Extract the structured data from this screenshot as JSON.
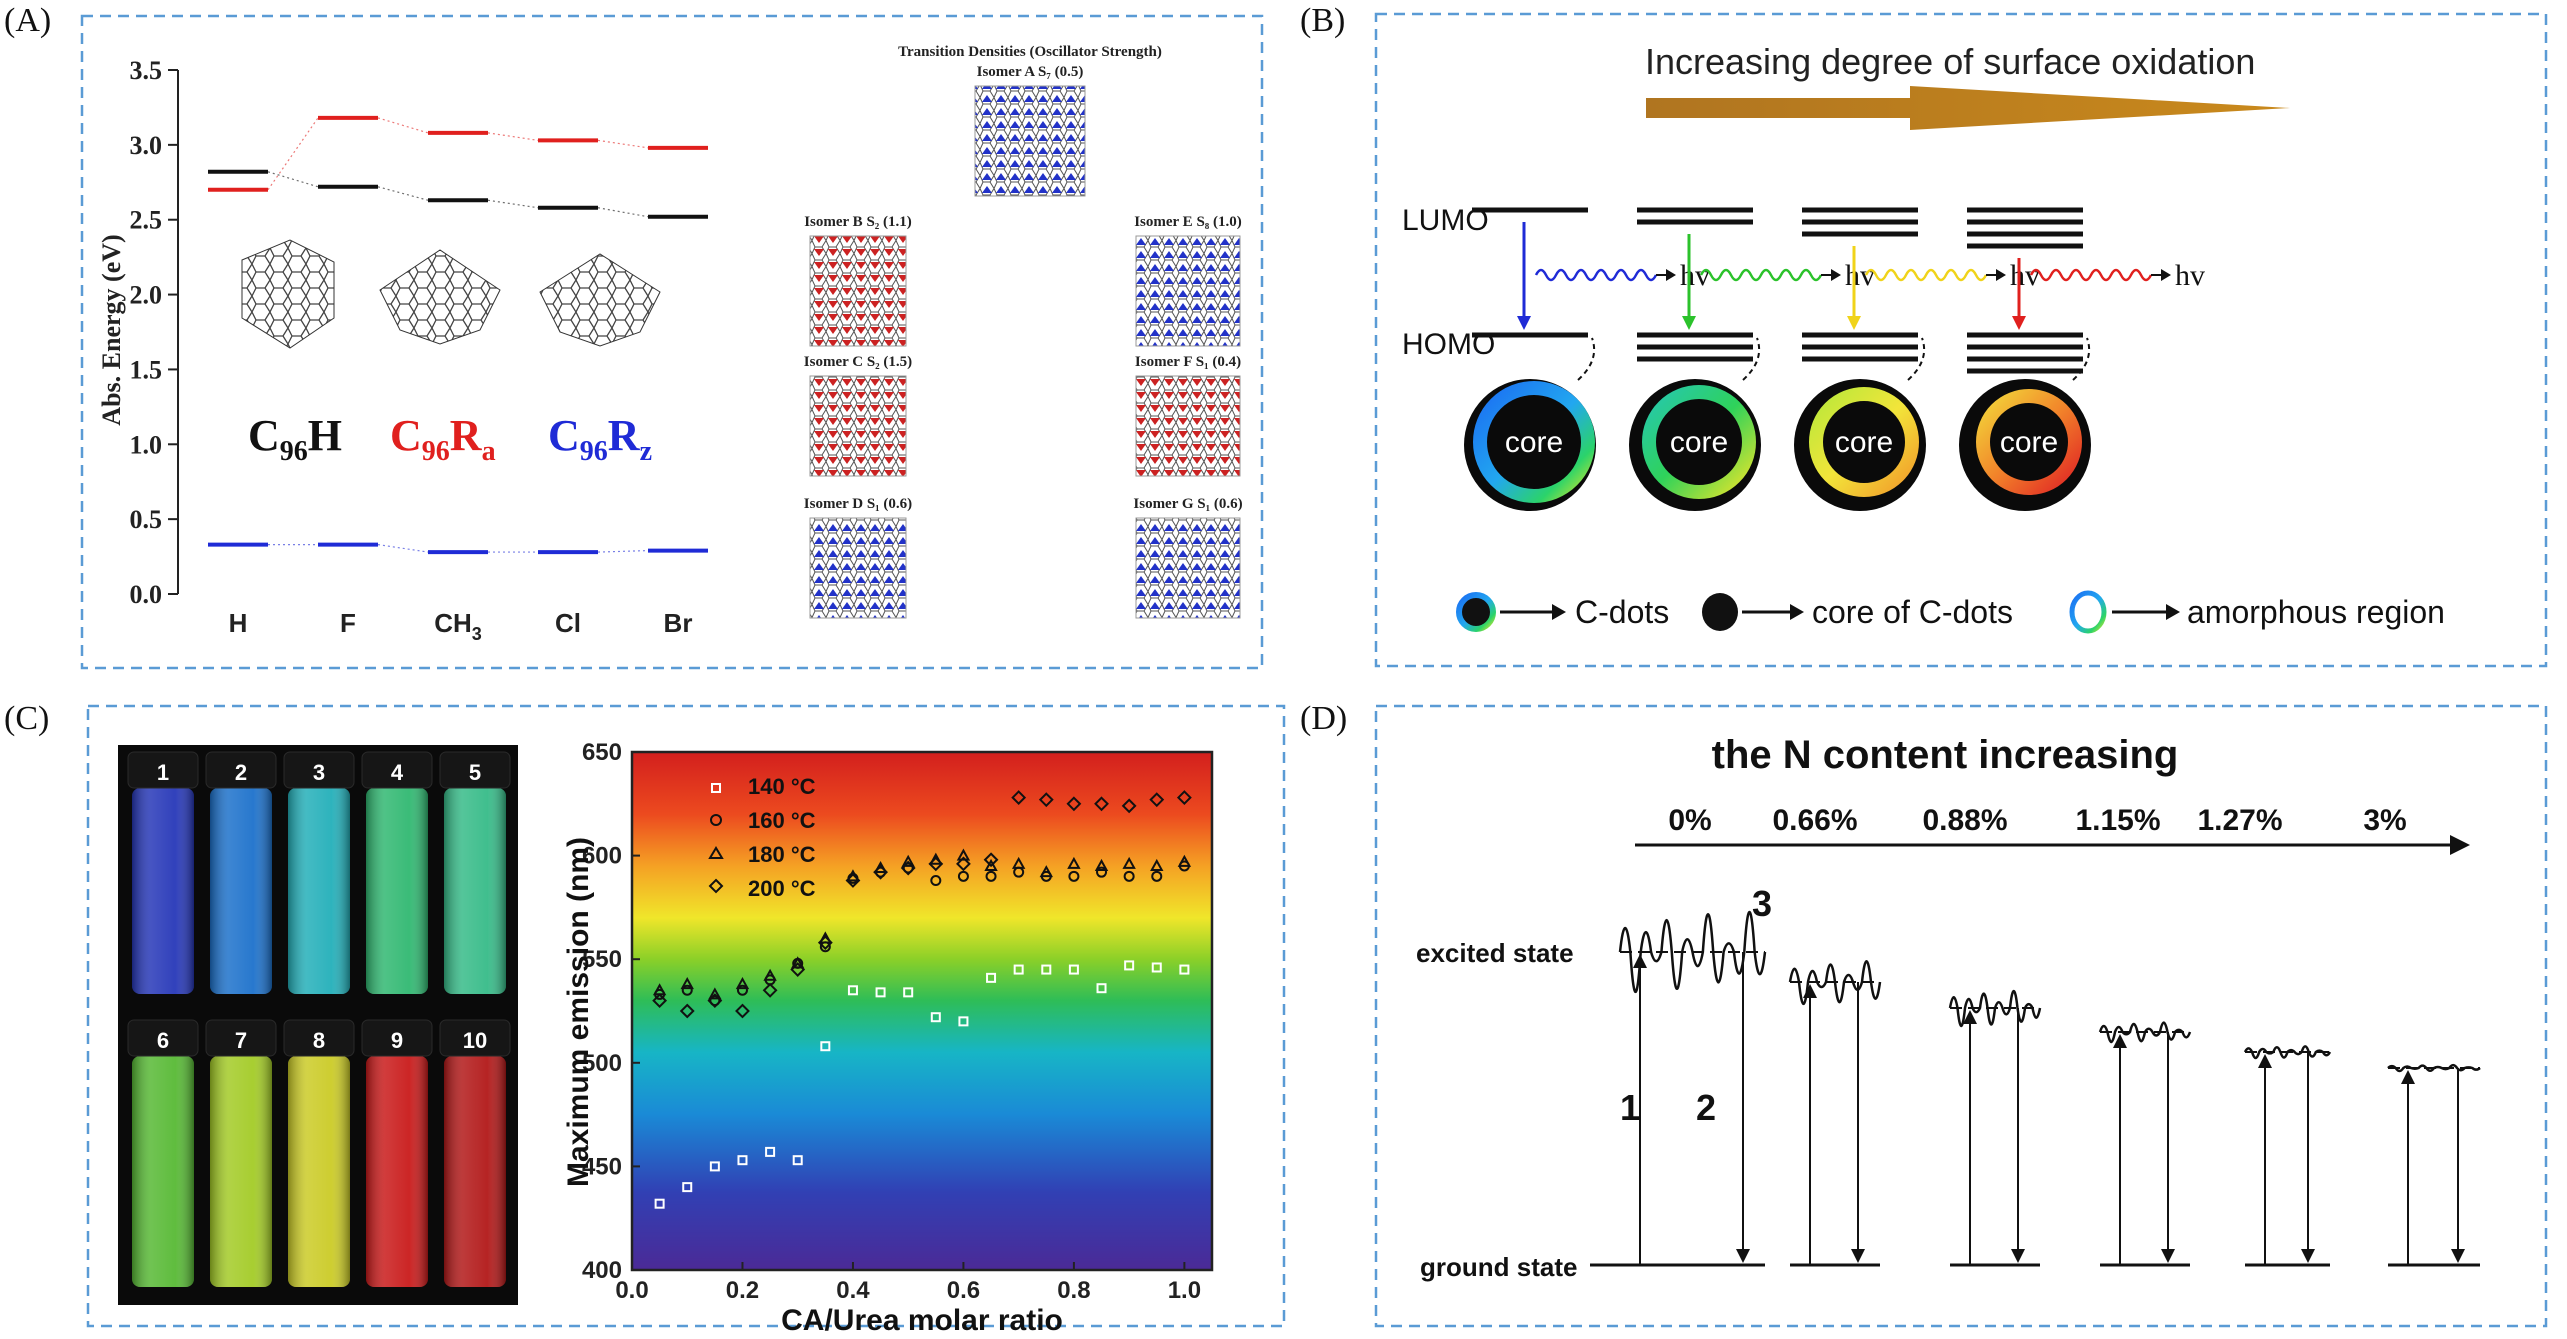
{
  "panel_labels": [
    "(A)",
    "(B)",
    "(C)",
    "(D)"
  ],
  "panelA": {
    "ylabel": "Abs. Energy (eV)",
    "yticks": [
      "0.0",
      "0.5",
      "1.0",
      "1.5",
      "2.0",
      "2.5",
      "3.0",
      "3.5"
    ],
    "xticks": [
      "H",
      "F",
      "CH",
      "Cl",
      "Br"
    ],
    "xtick_ch_sub": "3",
    "mol_labels": [
      {
        "base": "C",
        "sub": "96",
        "suffix": "H",
        "suffix_sub": "",
        "color": "#111111"
      },
      {
        "base": "C",
        "sub": "96",
        "suffix": "R",
        "suffix_sub": "a",
        "color": "#e0201e"
      },
      {
        "base": "C",
        "sub": "96",
        "suffix": "R",
        "suffix_sub": "z",
        "color": "#1f2bd6"
      }
    ],
    "td_title": "Transition Densities (Oscillator Strength)",
    "isomers": [
      "Isomer A S₇ (0.5)",
      "Isomer B S₂ (1.1)",
      "Isomer C S₂ (1.5)",
      "Isomer D S₁ (0.6)",
      "Isomer E S₈ (1.0)",
      "Isomer F S₁ (0.4)",
      "Isomer G S₁ (0.6)"
    ]
  },
  "chart_data": {
    "type": "line",
    "categories": [
      "H",
      "F",
      "CH3",
      "Cl",
      "Br"
    ],
    "ylabel": "Abs. Energy (eV)",
    "ylim": [
      0,
      3.5
    ],
    "series": [
      {
        "name": "C96H",
        "color": "#111111",
        "values": [
          2.82,
          2.72,
          2.63,
          2.58,
          2.52
        ]
      },
      {
        "name": "C96Ra",
        "color": "#e0201e",
        "values": [
          2.7,
          3.18,
          3.08,
          3.03,
          2.98
        ]
      },
      {
        "name": "C96Rz",
        "color": "#1f2bd6",
        "values": [
          0.33,
          0.33,
          0.28,
          0.28,
          0.29
        ]
      }
    ]
  },
  "panelB": {
    "title": "Increasing degree of surface oxidation",
    "lumo": "LUMO",
    "homo": "HOMO",
    "hv": "hv",
    "core": "core",
    "legend": [
      "C-dots",
      "core of C-dots",
      "amorphous region"
    ]
  },
  "panelC": {
    "vials": [
      "1",
      "2",
      "3",
      "4",
      "5",
      "6",
      "7",
      "8",
      "9",
      "10"
    ],
    "ylabel": "Maximum emission (nm)",
    "xlabel": "CA/Urea molar ratio",
    "yticks": [
      "400",
      "450",
      "500",
      "550",
      "600",
      "650"
    ],
    "xticks": [
      "0.0",
      "0.2",
      "0.4",
      "0.6",
      "0.8",
      "1.0"
    ],
    "legend": [
      "140 °C",
      "160 °C",
      "180 °C",
      "200 °C"
    ],
    "scatter": {
      "xlim": [
        0,
        1.05
      ],
      "ylim": [
        400,
        650
      ],
      "s140": [
        [
          0.05,
          432
        ],
        [
          0.1,
          440
        ],
        [
          0.15,
          450
        ],
        [
          0.2,
          453
        ],
        [
          0.25,
          457
        ],
        [
          0.3,
          453
        ],
        [
          0.35,
          508
        ],
        [
          0.4,
          535
        ],
        [
          0.45,
          534
        ],
        [
          0.5,
          534
        ],
        [
          0.55,
          522
        ],
        [
          0.6,
          520
        ],
        [
          0.65,
          541
        ],
        [
          0.7,
          545
        ],
        [
          0.75,
          545
        ],
        [
          0.8,
          545
        ],
        [
          0.85,
          536
        ],
        [
          0.9,
          547
        ],
        [
          0.95,
          546
        ],
        [
          1.0,
          545
        ]
      ],
      "s160": [
        [
          0.05,
          533
        ],
        [
          0.1,
          535
        ],
        [
          0.15,
          530
        ],
        [
          0.2,
          535
        ],
        [
          0.25,
          540
        ],
        [
          0.3,
          548
        ],
        [
          0.35,
          556
        ],
        [
          0.4,
          589
        ],
        [
          0.45,
          592
        ],
        [
          0.5,
          594
        ],
        [
          0.55,
          588
        ],
        [
          0.6,
          590
        ],
        [
          0.65,
          590
        ],
        [
          0.7,
          592
        ],
        [
          0.75,
          590
        ],
        [
          0.8,
          590
        ],
        [
          0.85,
          592
        ],
        [
          0.9,
          590
        ],
        [
          0.95,
          590
        ],
        [
          1.0,
          595
        ]
      ],
      "s180": [
        [
          0.05,
          535
        ],
        [
          0.1,
          538
        ],
        [
          0.15,
          533
        ],
        [
          0.2,
          538
        ],
        [
          0.25,
          542
        ],
        [
          0.3,
          548
        ],
        [
          0.35,
          560
        ],
        [
          0.4,
          590
        ],
        [
          0.45,
          594
        ],
        [
          0.5,
          597
        ],
        [
          0.55,
          598
        ],
        [
          0.6,
          600
        ],
        [
          0.65,
          595
        ],
        [
          0.7,
          596
        ],
        [
          0.75,
          592
        ],
        [
          0.8,
          596
        ],
        [
          0.85,
          595
        ],
        [
          0.9,
          596
        ],
        [
          0.95,
          595
        ],
        [
          1.0,
          597
        ]
      ],
      "s200": [
        [
          0.05,
          530
        ],
        [
          0.1,
          525
        ],
        [
          0.15,
          530
        ],
        [
          0.2,
          525
        ],
        [
          0.25,
          535
        ],
        [
          0.3,
          545
        ],
        [
          0.35,
          558
        ],
        [
          0.4,
          588
        ],
        [
          0.45,
          592
        ],
        [
          0.5,
          594
        ],
        [
          0.55,
          596
        ],
        [
          0.6,
          596
        ],
        [
          0.65,
          598
        ],
        [
          0.7,
          628
        ],
        [
          0.75,
          627
        ],
        [
          0.8,
          625
        ],
        [
          0.85,
          625
        ],
        [
          0.9,
          624
        ],
        [
          0.95,
          627
        ],
        [
          1.0,
          628
        ]
      ]
    }
  },
  "panelD": {
    "title": "the N content increasing",
    "percents": [
      "0%",
      "0.66%",
      "0.88%",
      "1.15%",
      "1.27%",
      "3%"
    ],
    "excited": "excited state",
    "ground": "ground state",
    "num1": "1",
    "num2": "2",
    "num3": "3"
  }
}
